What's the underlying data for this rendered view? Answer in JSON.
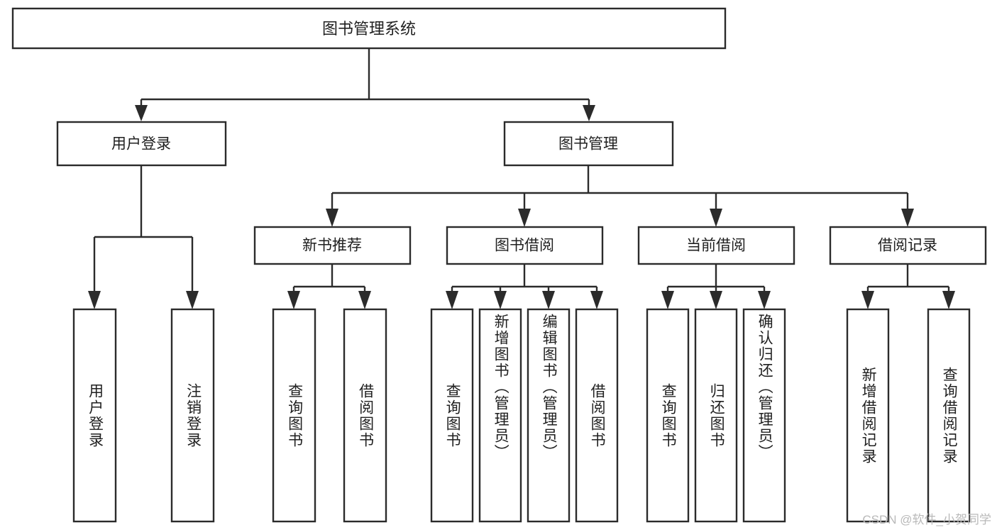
{
  "diagram": {
    "type": "tree-hierarchy-diagram",
    "title": "图书管理系统",
    "watermark": "CSDN @软件_小贺同学",
    "colors": {
      "stroke": "#2b2b2b",
      "fill": "#ffffff",
      "text": "#1f1f1f",
      "watermark": "#b9b9b9"
    },
    "levels": {
      "root": {
        "label": "图书管理系统"
      },
      "level2": [
        {
          "label": "用户登录"
        },
        {
          "label": "图书管理"
        }
      ],
      "level3": [
        {
          "label": "新书推荐"
        },
        {
          "label": "图书借阅"
        },
        {
          "label": "当前借阅"
        },
        {
          "label": "借阅记录"
        }
      ]
    },
    "leaves": {
      "user_login": [
        {
          "label": "用户登录"
        },
        {
          "label": "注销登录"
        }
      ],
      "new_book_recommend": [
        {
          "label": "查询图书"
        },
        {
          "label": "借阅图书"
        }
      ],
      "book_borrow": [
        {
          "label": "查询图书"
        },
        {
          "label": "新增图书（管理员）"
        },
        {
          "label": "编辑图书（管理员）"
        },
        {
          "label": "借阅图书"
        }
      ],
      "current_borrow": [
        {
          "label": "查询图书"
        },
        {
          "label": "归还图书"
        },
        {
          "label": "确认归还（管理员）"
        }
      ],
      "borrow_record": [
        {
          "label": "新增借阅记录"
        },
        {
          "label": "查询借阅记录"
        }
      ]
    }
  }
}
